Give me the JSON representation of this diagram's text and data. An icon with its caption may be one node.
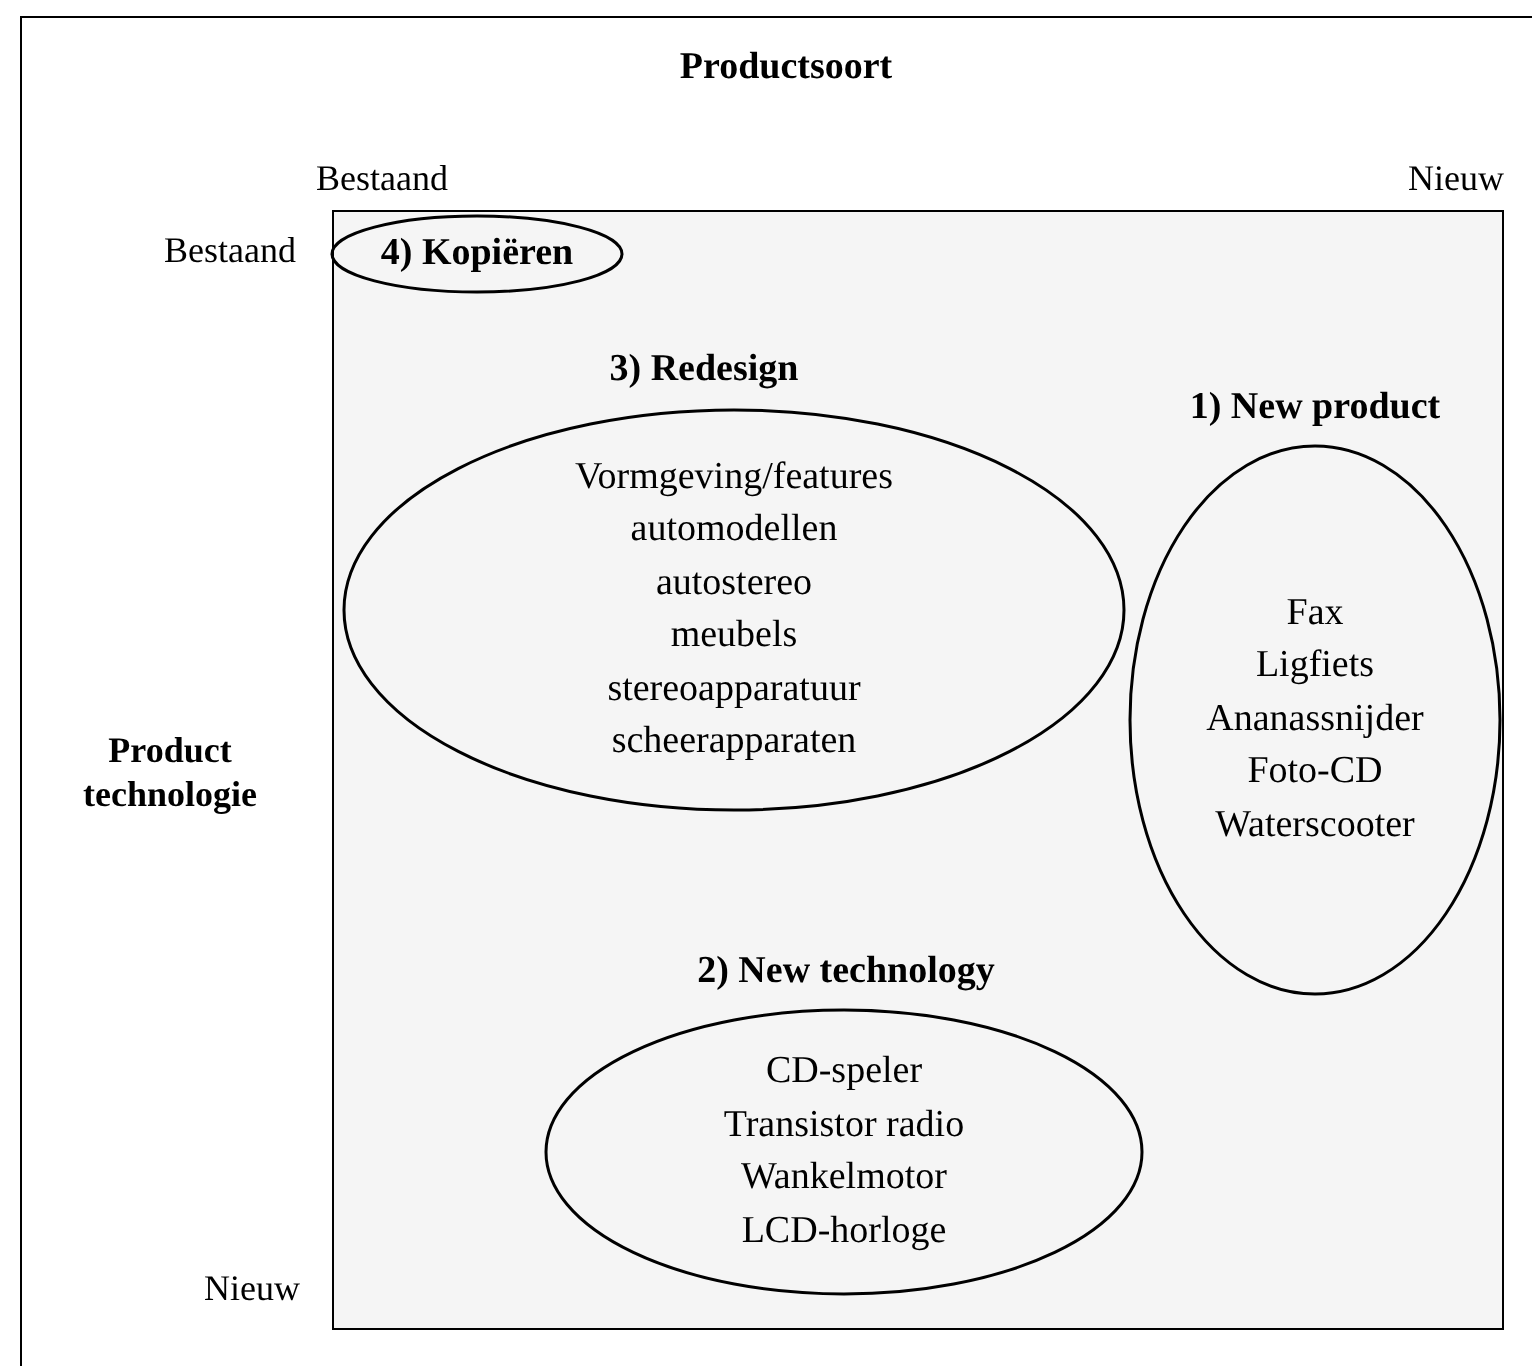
{
  "diagram": {
    "title": "Productsoort",
    "nodes": [
      {
        "text": [
          "4) Kopiëren"
        ]
      },
      {
        "text": [
          "3) Redesign",
          "Vormgeving/features",
          "automodellen",
          "autostereo",
          "meubels",
          "stereoapparatuur",
          "scheerapparaten"
        ]
      },
      {
        "text": [
          "1) New product",
          "Fax",
          "Ligfiets",
          "Ananassnijder",
          "Foto-CD",
          "Waterscooter"
        ]
      },
      {
        "text": [
          "2) New technology",
          "CD-speler",
          "Transistor radio",
          "Wankelmotor",
          "LCD-horloge"
        ]
      }
    ],
    "edges": [],
    "labels": [
      "Bestaand",
      "Nieuw",
      "Bestaand",
      "Product technologie",
      "Nieuw"
    ]
  }
}
